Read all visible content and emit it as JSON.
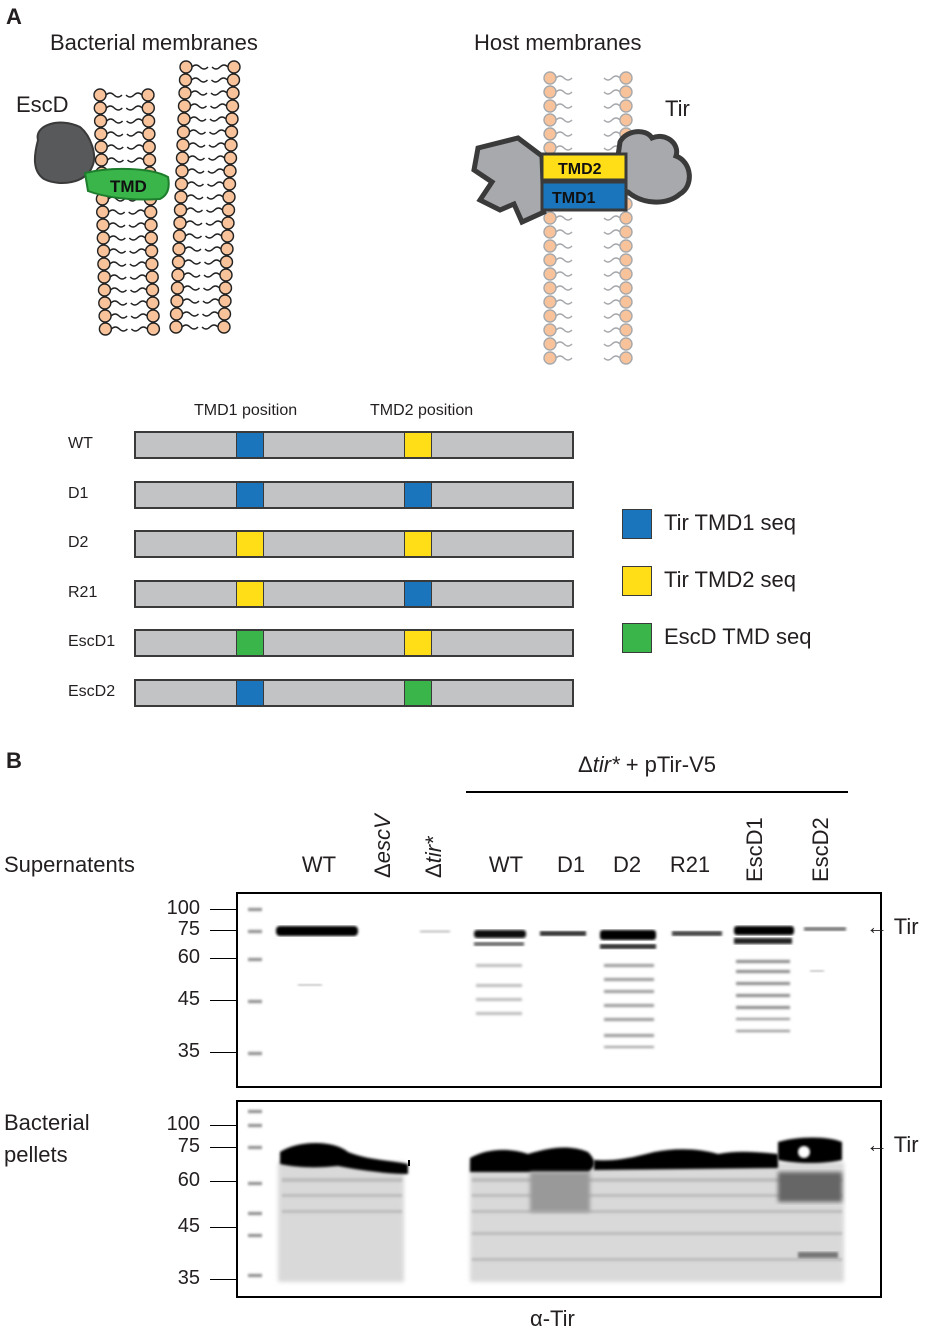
{
  "panelA": {
    "letter": "A",
    "bacterial_title": "Bacterial membranes",
    "host_title": "Host membranes",
    "escd_label": "EscD",
    "tmd_label": "TMD",
    "tir_label": "Tir",
    "tmd1_label": "TMD1",
    "tmd2_label": "TMD2",
    "position_headers": [
      "TMD1 position",
      "TMD2 position"
    ],
    "constructs": [
      {
        "name": "WT",
        "seg1": "blue",
        "seg2": "yellow"
      },
      {
        "name": "D1",
        "seg1": "blue",
        "seg2": "blue"
      },
      {
        "name": "D2",
        "seg1": "yellow",
        "seg2": "yellow"
      },
      {
        "name": "R21",
        "seg1": "yellow",
        "seg2": "blue"
      },
      {
        "name": "EscD1",
        "seg1": "green",
        "seg2": "yellow"
      },
      {
        "name": "EscD2",
        "seg1": "blue",
        "seg2": "green"
      }
    ],
    "legend": [
      {
        "color": "blue",
        "label": "Tir TMD1 seq"
      },
      {
        "color": "yellow",
        "label": "Tir TMD2 seq"
      },
      {
        "color": "green",
        "label": "EscD TMD seq"
      }
    ],
    "colors": {
      "blue": "#1b75bc",
      "yellow": "#ffde17",
      "green": "#39b54a",
      "grey": "#c2c3c5",
      "lipid_head": "#f8c39a"
    }
  },
  "panelB": {
    "letter": "B",
    "group_header_prefix": "Δ",
    "group_header_italic": "tir*",
    "group_header_suffix": " + pTir-V5",
    "lanes_horizontal": [
      {
        "label": "WT"
      },
      {
        "label": "WT"
      },
      {
        "label": "D1"
      },
      {
        "label": "D2"
      },
      {
        "label": "R21"
      }
    ],
    "lanes_vertical": [
      {
        "prefix": "Δ",
        "italic": "escV"
      },
      {
        "prefix": "Δ",
        "italic": "tir*"
      },
      {
        "prefix": "",
        "italic": "",
        "plain": "EscD1"
      },
      {
        "prefix": "",
        "italic": "",
        "plain": "EscD2"
      }
    ],
    "supernatants_label": "Supernatents",
    "pellets_label_line1": "Bacterial",
    "pellets_label_line2": "pellets",
    "mw_markers": [
      "100",
      "75",
      "60",
      "45",
      "35"
    ],
    "tir_arrow_label": "← Tir",
    "antibody_label": "α-Tir"
  }
}
